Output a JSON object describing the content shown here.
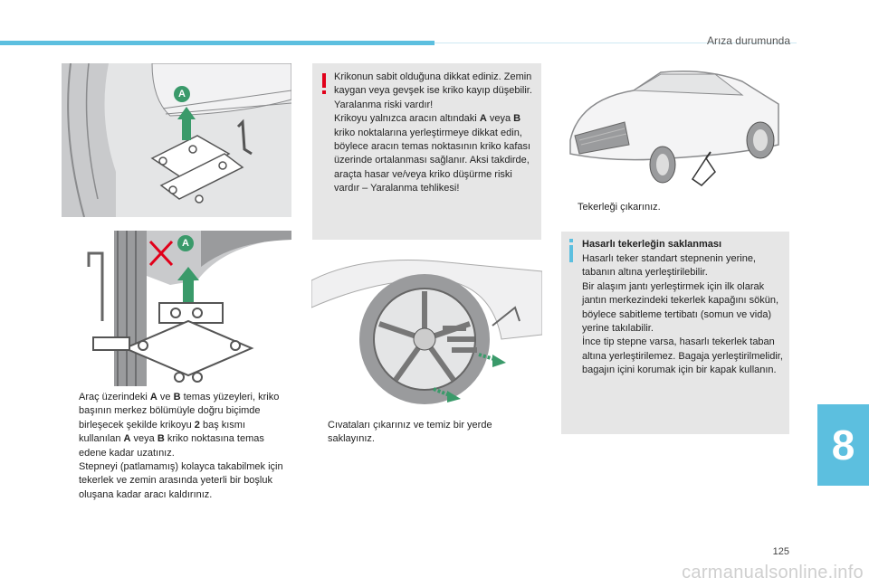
{
  "header": {
    "title": "Arıza durumunda"
  },
  "chapter": {
    "number": "8"
  },
  "page": {
    "number": "125"
  },
  "watermark": {
    "text": "carmanualsonline.info"
  },
  "figure_labels": {
    "point_a": "A"
  },
  "left_column": {
    "bullets": [
      {
        "marker": "",
        "segments": [
          "Araç üzerindeki ",
          "A",
          " ve ",
          "B",
          " temas yüzeyleri, kriko başının merkez bölümüyle doğru biçimde birleşecek şekilde krikoyu ",
          "2",
          " baş kısmı kullanılan ",
          "A",
          " veya ",
          "B",
          " kriko noktasına temas edene kadar uzatınız."
        ]
      },
      {
        "marker": "",
        "segments": [
          "Stepneyi (patlamamış) kolayca takabilmek için tekerlek ve zemin arasında yeterli bir boşluk oluşana kadar aracı kaldırınız."
        ]
      }
    ]
  },
  "warning": {
    "icon": "exclamation-icon",
    "color": "#e1001a",
    "segments": [
      "Krikonun sabit olduğuna dikkat ediniz. Zemin kaygan veya gevşek ise kriko kayıp düşebilir. Yaralanma riski vardır!",
      "Krikoyu yalnızca aracın altındaki ",
      "A",
      " veya ",
      "B",
      " kriko noktalarına yerleştirmeye dikkat edin, böylece aracın temas noktasının kriko kafası üzerinde ortalanması sağlanır. Aksi takdirde, araçta hasar ve/veya kriko düşürme riski vardır – Yaralanma tehlikesi!"
    ]
  },
  "middle_column": {
    "bullets": [
      {
        "marker": "",
        "text": "Cıvataları çıkarınız ve temiz bir yerde saklayınız."
      }
    ]
  },
  "right_column": {
    "bullets": [
      {
        "marker": "",
        "text": "Tekerleği çıkarınız."
      }
    ]
  },
  "info": {
    "icon": "info-icon",
    "color": "#5cbfdf",
    "title": "Hasarlı tekerleğin saklanması",
    "paragraphs": [
      "Hasarlı teker standart stepnenin yerine, tabanın altına yerleştirilebilir.",
      "Bir alaşım jantı yerleştirmek için ilk olarak jantın merkezindeki tekerlek kapağını sökün, böylece sabitleme tertibatı (somun ve vida) yerine takılabilir.",
      "İnce tip stepne varsa, hasarlı tekerlek taban altına yerleştirilemez. Bagaja yerleştirilmelidir, bagajın içini korumak için bir kapak kullanın."
    ]
  },
  "colors": {
    "accent": "#5cbfdf",
    "arrow": "#3a9a6a",
    "cross": "#e1001a",
    "figure_bg": "#e4e5e6",
    "figure_dark": "#9a9b9d"
  }
}
